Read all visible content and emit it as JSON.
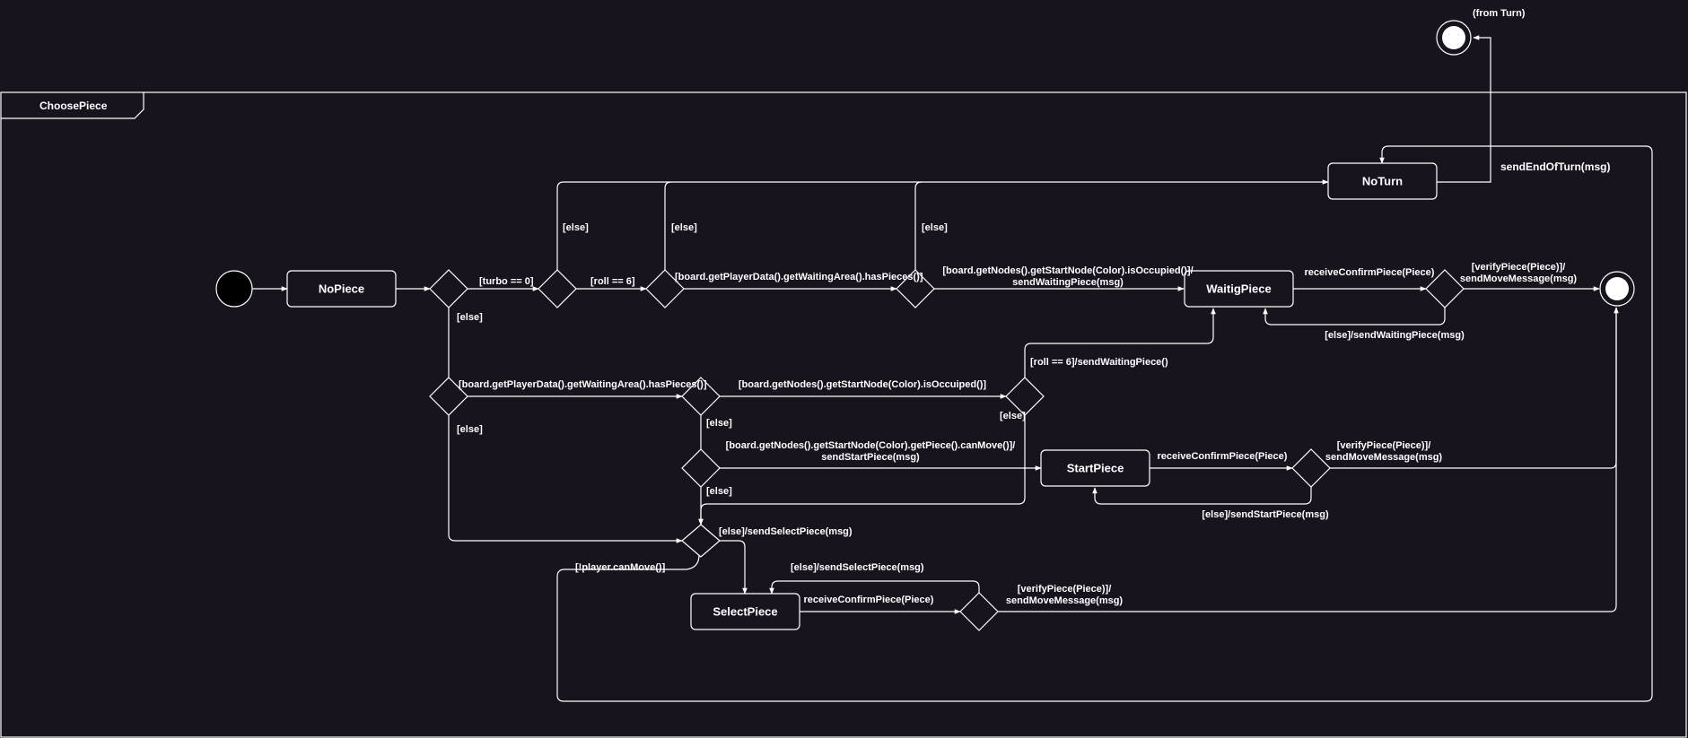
{
  "frame": {
    "title": "ChoosePiece"
  },
  "external_note": "(from Turn)",
  "colors": {
    "background": "#18141d",
    "stroke": "#ffffff"
  },
  "states": {
    "no_piece": "NoPiece",
    "no_turn": "NoTurn",
    "waiting_piece": "WaitigPiece",
    "start_piece": "StartPiece",
    "select_piece": "SelectPiece"
  },
  "labels": {
    "turbo_zero": "[turbo == 0]",
    "roll_six": "[roll == 6]",
    "else_1": "[else]",
    "else_2": "[else]",
    "else_3": "[else]",
    "else_noPiece": "[else]",
    "has_pieces_top": "[board.getPlayerData().getWaitingArea().hasPieces()]",
    "start_occupied_top_1": "[board.getNodes().getStartNode(Color).isOccupied()]/",
    "start_occupied_top_2": "sendWaitingPiece(msg)",
    "receive_confirm_waiting": "receiveConfirmPiece(Piece)",
    "verify_waiting_1": "[verifyPiece(Piece)]/",
    "verify_waiting_2": "sendMoveMessage(msg)",
    "else_send_waiting": "[else]/sendWaitingPiece(msg)",
    "send_end_of_turn": "sendEndOfTurn(msg)",
    "roll_six_send_waiting": "[roll == 6]/sendWaitingPiece()",
    "has_pieces_mid": "[board.getPlayerData().getWaitingArea().hasPieces()]",
    "start_occuiped_mid": "[board.getNodes().getStartNode(Color).isOccuiped()]",
    "else_mid": "[else]",
    "else_left": "[else]",
    "else_right": "[else]",
    "can_move_1": "[board.getNodes().getStartNode(Color).getPiece().canMove()]/",
    "can_move_2": "sendStartPiece(msg)",
    "receive_confirm_start": "receiveConfirmPiece(Piece)",
    "verify_start_1": "[verifyPiece(Piece)]/",
    "verify_start_2": "sendMoveMessage(msg)",
    "else_send_start": "[else]/sendStartPiece(msg)",
    "else_low": "[else]",
    "else_send_select_1": "[else]/sendSelectPiece(msg)",
    "not_can_move": "[!player.canMove()]",
    "else_send_select_2": "[else]/sendSelectPiece(msg)",
    "receive_confirm_select": "receiveConfirmPiece(Piece)",
    "verify_select_1": "[verifyPiece(Piece)]/",
    "verify_select_2": "sendMoveMessage(msg)"
  }
}
